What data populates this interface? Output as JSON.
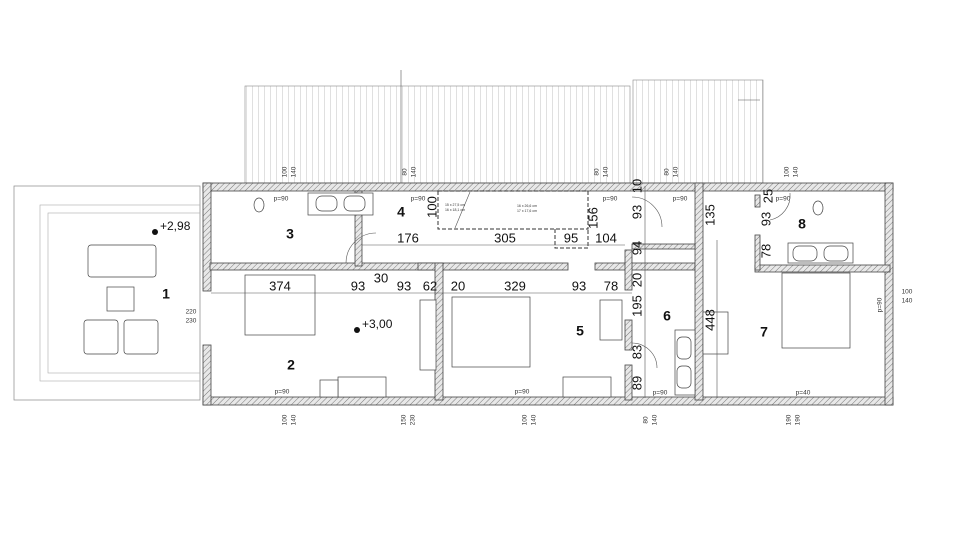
{
  "rooms": [
    "1",
    "2",
    "3",
    "4",
    "5",
    "6",
    "7",
    "8"
  ],
  "elevations": {
    "terrace": "+2,98",
    "floor": "+3,00"
  },
  "dimensions": {
    "corridor": [
      "176",
      "305",
      "95",
      "104"
    ],
    "stair_depth": "100",
    "stair_right": "156",
    "row": [
      "374",
      "93",
      "30",
      "93",
      "62",
      "20",
      "329",
      "93",
      "78"
    ],
    "bath6_vertical": [
      "10",
      "93",
      "94",
      "20",
      "195",
      "83",
      "89"
    ],
    "room7_vertical": [
      "135",
      "448"
    ],
    "bath8_vertical": [
      "25",
      "93",
      "78"
    ]
  },
  "doors": {
    "p90": "p=90",
    "p40": "p=40"
  },
  "windows": {
    "top": [
      [
        "100",
        "140"
      ],
      [
        "80",
        "140"
      ],
      [
        "80",
        "140"
      ],
      [
        "80",
        "140"
      ],
      [
        "100",
        "140"
      ]
    ],
    "bottom": [
      [
        "100",
        "140"
      ],
      [
        "150",
        "230"
      ],
      [
        "100",
        "140"
      ],
      [
        "80",
        "140"
      ],
      [
        "190",
        "190"
      ]
    ],
    "right": [
      "100",
      "140"
    ],
    "left": [
      "220",
      "230"
    ]
  },
  "stair_notes": {
    "left": [
      "15 x 27,5 cm",
      "16 x 18,1 cm"
    ],
    "right": [
      "16 x 26,6 cm",
      "17 x 17,6 cm"
    ]
  }
}
